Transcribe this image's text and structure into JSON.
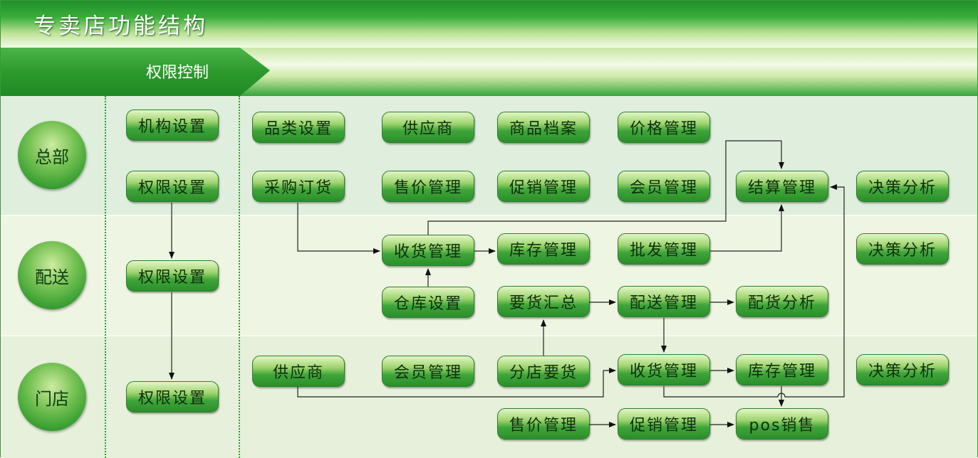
{
  "title": "专卖店功能结构",
  "subtitle": "权限控制",
  "rows": {
    "hq": "总部",
    "distribution": "配送",
    "store": "门店"
  },
  "nodes": {
    "hq_org_settings": "机构设置",
    "hq_perm_settings": "权限设置",
    "dist_perm_settings": "权限设置",
    "store_perm_settings": "权限设置",
    "hq_category_settings": "品类设置",
    "hq_supplier": "供应商",
    "hq_product_archive": "商品档案",
    "hq_price_mgmt": "价格管理",
    "hq_purchase_order": "采购订货",
    "hq_sale_price_mgmt": "售价管理",
    "hq_promo_mgmt": "促销管理",
    "hq_member_mgmt": "会员管理",
    "hq_settlement_mgmt": "结算管理",
    "hq_decision_analysis": "决策分析",
    "dist_receiving_mgmt": "收货管理",
    "dist_inventory_mgmt": "库存管理",
    "dist_wholesale_mgmt": "批发管理",
    "dist_decision_analysis": "决策分析",
    "dist_warehouse_settings": "仓库设置",
    "dist_requisition_summary": "要货汇总",
    "dist_delivery_mgmt": "配送管理",
    "dist_allocation_analysis": "配货分析",
    "store_supplier": "供应商",
    "store_member_mgmt": "会员管理",
    "store_branch_requisition": "分店要货",
    "store_receiving_mgmt": "收货管理",
    "store_inventory_mgmt": "库存管理",
    "store_decision_analysis": "决策分析",
    "store_sale_price_mgmt": "售价管理",
    "store_promo_mgmt": "促销管理",
    "store_pos_sales": "pos销售"
  },
  "colors": {
    "primary_green": "#2e9a2e",
    "dark_green": "#1f7a1f",
    "light_green": "#cdeca0",
    "arrow": "#111111"
  }
}
